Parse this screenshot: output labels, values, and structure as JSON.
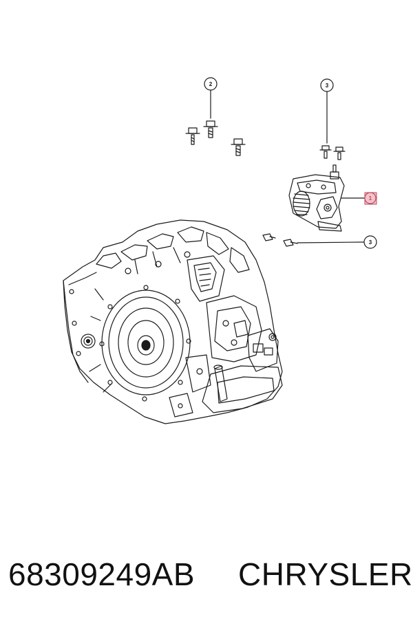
{
  "callouts": [
    {
      "label": "1",
      "highlight": true
    },
    {
      "label": "2",
      "highlight": false
    },
    {
      "label": "3",
      "highlight": false
    },
    {
      "label": "3",
      "highlight": false
    }
  ],
  "footer": {
    "part_number": "68309249AB",
    "brand": "CHRYSLER"
  },
  "colors": {
    "line": "#1a1a1a",
    "highlight_fill": "#f2c4cc",
    "highlight_stroke": "#c0485c",
    "text": "#111111"
  }
}
